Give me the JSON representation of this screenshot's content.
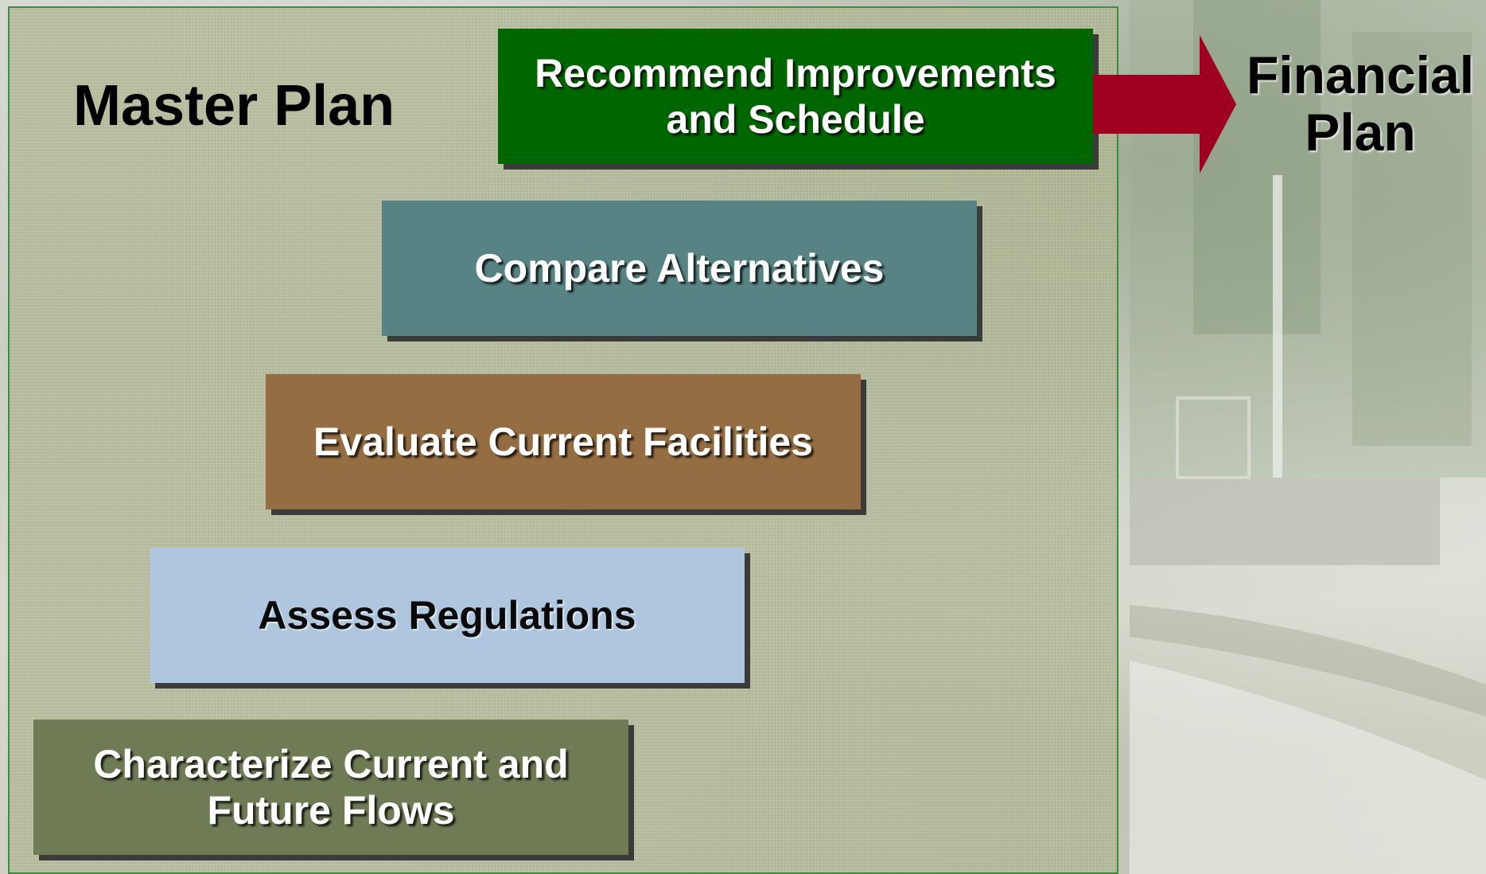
{
  "master_plan": {
    "title": "Master Plan"
  },
  "steps": [
    {
      "label": "Characterize Current and Future Flows",
      "color": "#6f7b55"
    },
    {
      "label": "Assess Regulations",
      "color": "#aec7df"
    },
    {
      "label": "Evaluate Current Facilities",
      "color": "#946d43"
    },
    {
      "label": "Compare Alternatives",
      "color": "#588385"
    },
    {
      "label": "Recommend Improvements and Schedule",
      "color": "#006600"
    }
  ],
  "arrow": {
    "color": "#a0001f"
  },
  "financial_plan": {
    "title": "Financial Plan"
  },
  "colors": {
    "panel_border": "#3f8a3f"
  }
}
